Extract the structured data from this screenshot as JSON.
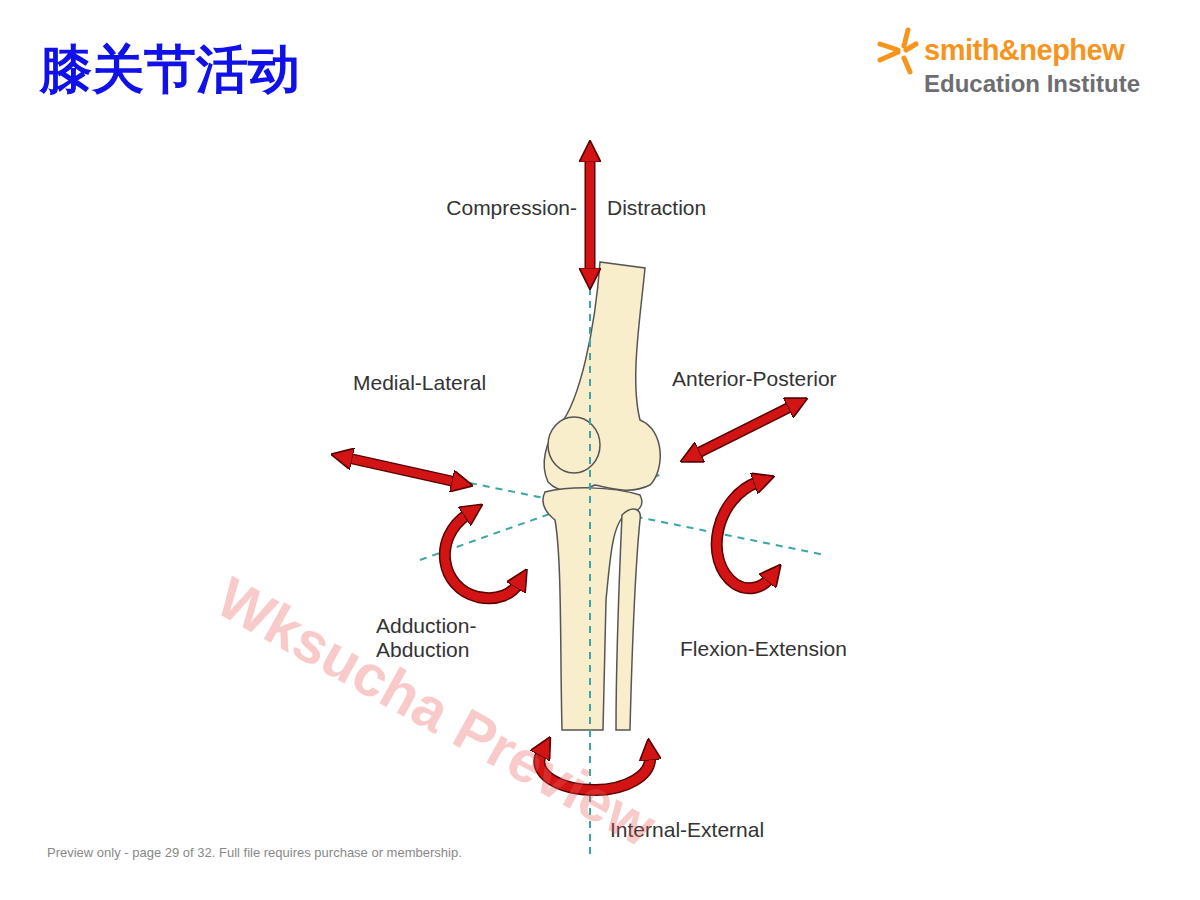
{
  "diagram": {
    "title": "膝关节活动",
    "labels": [
      "smith&nephew",
      "Education Institute",
      "Compression-",
      "Distraction",
      "Medial-Lateral",
      "Anterior-Posterior",
      "Adduction- Abduction",
      "Flexion-Extension",
      "Internal-External",
      "Wksucha Preview",
      "Preview only - page 29 of 32. Full file requires purchase or membership."
    ]
  }
}
